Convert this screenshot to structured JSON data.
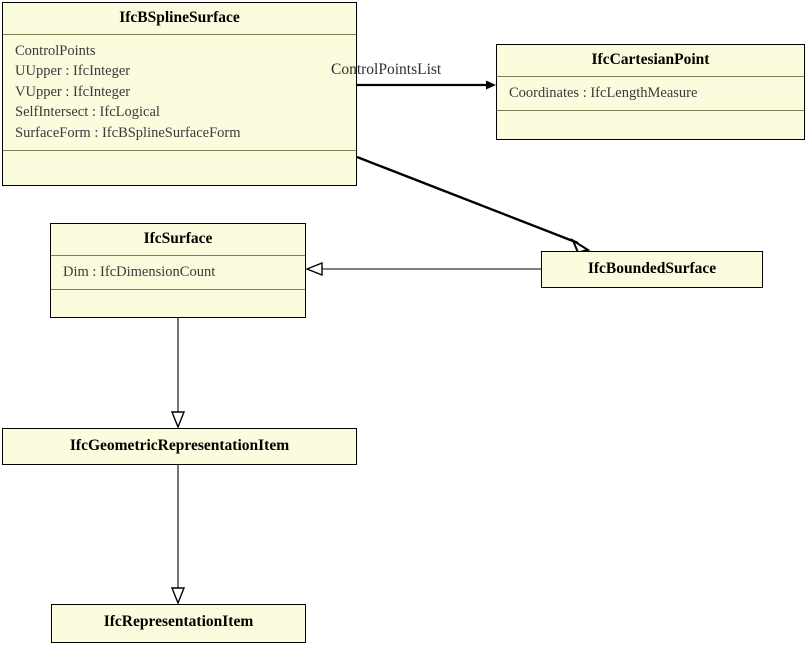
{
  "diagram": {
    "title": "IfcBSplineSurface UML class diagram",
    "type": "uml-class-diagram",
    "background_color": "#ffffff",
    "class_fill_color": "#fbfbde",
    "class_border_color": "#000000",
    "divider_color": "#807d52",
    "line_color": "#000000"
  },
  "classes": [
    {
      "id": "bspline",
      "name": "IfcBSplineSurface",
      "attributes": [
        "ControlPoints",
        "UUpper : IfcInteger",
        "VUpper : IfcInteger",
        "SelfIntersect : IfcLogical",
        "SurfaceForm : IfcBSplineSurfaceForm"
      ],
      "operations": []
    },
    {
      "id": "cartpt",
      "name": "IfcCartesianPoint",
      "attributes": [
        "Coordinates : IfcLengthMeasure"
      ],
      "operations": []
    },
    {
      "id": "surface",
      "name": "IfcSurface",
      "attributes": [
        "Dim : IfcDimensionCount"
      ],
      "operations": []
    },
    {
      "id": "bounded",
      "name": "IfcBoundedSurface",
      "attributes": [],
      "operations": []
    },
    {
      "id": "geomrep",
      "name": "IfcGeometricRepresentationItem",
      "attributes": [],
      "operations": []
    },
    {
      "id": "repitem",
      "name": "IfcRepresentationItem",
      "attributes": [],
      "operations": []
    }
  ],
  "edges": [
    {
      "id": "assoc-controlpointslist",
      "from": "bspline",
      "to": "cartpt",
      "kind": "association",
      "arrowhead": "open-arrow",
      "label": "ControlPointsList"
    },
    {
      "id": "gen-bspline-bounded",
      "from": "bspline",
      "to": "bounded",
      "kind": "generalization",
      "arrowhead": "hollow-triangle",
      "label": ""
    },
    {
      "id": "gen-bounded-surface",
      "from": "bounded",
      "to": "surface",
      "kind": "generalization",
      "arrowhead": "hollow-triangle",
      "label": ""
    },
    {
      "id": "gen-surface-geomrep",
      "from": "surface",
      "to": "geomrep",
      "kind": "generalization",
      "arrowhead": "hollow-triangle",
      "label": ""
    },
    {
      "id": "gen-geomrep-repitem",
      "from": "geomrep",
      "to": "repitem",
      "kind": "generalization",
      "arrowhead": "hollow-triangle",
      "label": ""
    }
  ]
}
